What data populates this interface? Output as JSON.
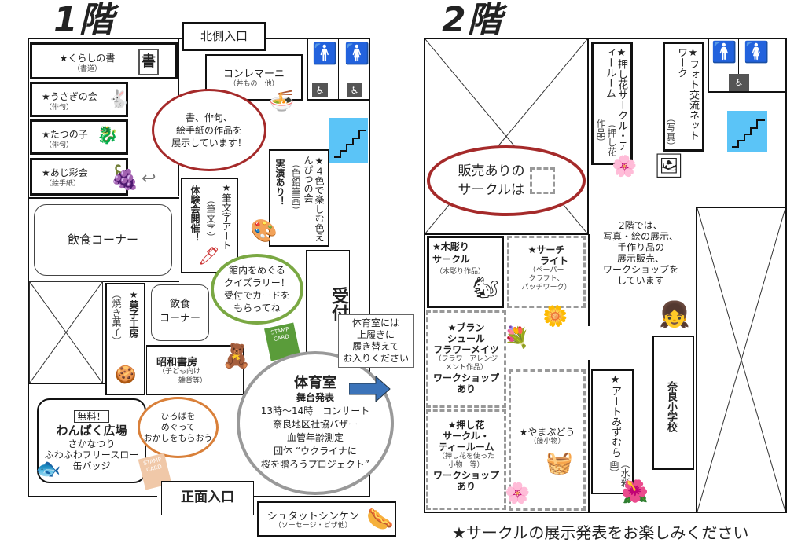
{
  "floor1": {
    "title": "1階",
    "north_entrance": "北側入口",
    "front_entrance": "正面入口",
    "kurashi": {
      "name": "★くらしの書",
      "sub": "（書道）",
      "icon_char": "書"
    },
    "usagi": {
      "name": "★うさぎの会",
      "sub": "（俳句）"
    },
    "tatsu": {
      "name": "★たつの子",
      "sub": "（俳句）"
    },
    "ajisai": {
      "name": "★あじ彩会",
      "sub": "（絵手紙）"
    },
    "food_corner_1": "飲食コーナー",
    "food_corner_2": [
      "飲食",
      "コーナー"
    ],
    "conre": {
      "name": "コンレマーニ",
      "sub": "（丼もの　他）"
    },
    "bubble_red": [
      "書、俳句、",
      "絵手紙の作品を",
      "展示しています！"
    ],
    "fude": {
      "name": "★筆文字アート",
      "sub": "（筆文字）",
      "note": "体験会開催！"
    },
    "yonshoku": {
      "name": "★４色で楽しむ色えんぴつの会",
      "sub": "（色鉛筆画）",
      "note": "実演あり！"
    },
    "quiz_bubble": [
      "館内をめぐる",
      "クイズラリー！",
      "受付でカードを",
      "もらってね"
    ],
    "stamp_card": "STAMP CARD",
    "reception": "受付",
    "kashi": {
      "name": "★菓子工房",
      "sub": "（焼き菓子）"
    },
    "showa": {
      "name": "昭和書房",
      "sub1": "（子ども向け",
      "sub2": "雑貨等）"
    },
    "wanpaku": {
      "free": "無料！",
      "name": "わんぱく広場",
      "items": [
        "さかなつり",
        "ふわふわフリースロー",
        "缶バッジ"
      ]
    },
    "hiroba_bubble": [
      "ひろばを",
      "めぐって",
      "おかしをもらおう"
    ],
    "gym": {
      "name": "体育室",
      "sub": "舞台発表",
      "lines": [
        "13時～14時　コンサート",
        "奈良地区社協バザー",
        "血管年齢測定",
        "団体 “ウクライナに",
        "桜を贈ろうプロジェクト”"
      ]
    },
    "gym_note": [
      "体育室には",
      "上履きに",
      "履き替えて",
      "お入りください"
    ],
    "stadt": {
      "name": "シュタットシンケン",
      "sub": "（ソーセージ・ピザ他）"
    }
  },
  "floor2": {
    "title": "2階",
    "sale_bubble": [
      "販売ありの",
      "サークルは"
    ],
    "oshibana_top": {
      "name": "★押し花サークル・ティールーム",
      "sub": "（押し花作品）"
    },
    "photo": {
      "name": "★フォト交流ネットワーク",
      "sub": "（写真）"
    },
    "info": [
      "2階では、",
      "写真・絵の展示、",
      "手作り品の",
      "展示販売、",
      "ワークショップを",
      "しています"
    ],
    "kibori": {
      "name1": "★木彫り",
      "name2": "サークル",
      "sub": "（木彫り作品）"
    },
    "search": {
      "name1": "★サーチ",
      "name2": "ライト",
      "sub": [
        "（ペーパー",
        "クラフト、",
        "パッチワーク）"
      ]
    },
    "blanche": {
      "name": [
        "★ブラン",
        "シュール",
        "フラワーメイツ"
      ],
      "sub": [
        "（フラワーアレンジ",
        "メント作品）"
      ],
      "ws": [
        "ワークショップ",
        "あり"
      ]
    },
    "oshibana_bottom": {
      "name": [
        "★押し花",
        "サークル・",
        "ティールーム"
      ],
      "sub": [
        "（押し花を使った",
        "小物　等）"
      ],
      "ws": [
        "ワークショップ",
        "あり"
      ]
    },
    "yamabudo": {
      "name": "★やまぶどう",
      "sub": "（籐小物）"
    },
    "art": {
      "name": "★アートみずむら",
      "sub": "（水彩画）"
    },
    "school": "奈良小学校"
  },
  "footer": "★サークルの展示発表をお楽しみください",
  "colors": {
    "stairs": "#5bc4f7",
    "red_bubble": "#a52a2a",
    "green_bubble": "#7aa843",
    "orange_bubble": "#d9803a",
    "arrow": "#3b73b9",
    "dash": "#999999"
  }
}
